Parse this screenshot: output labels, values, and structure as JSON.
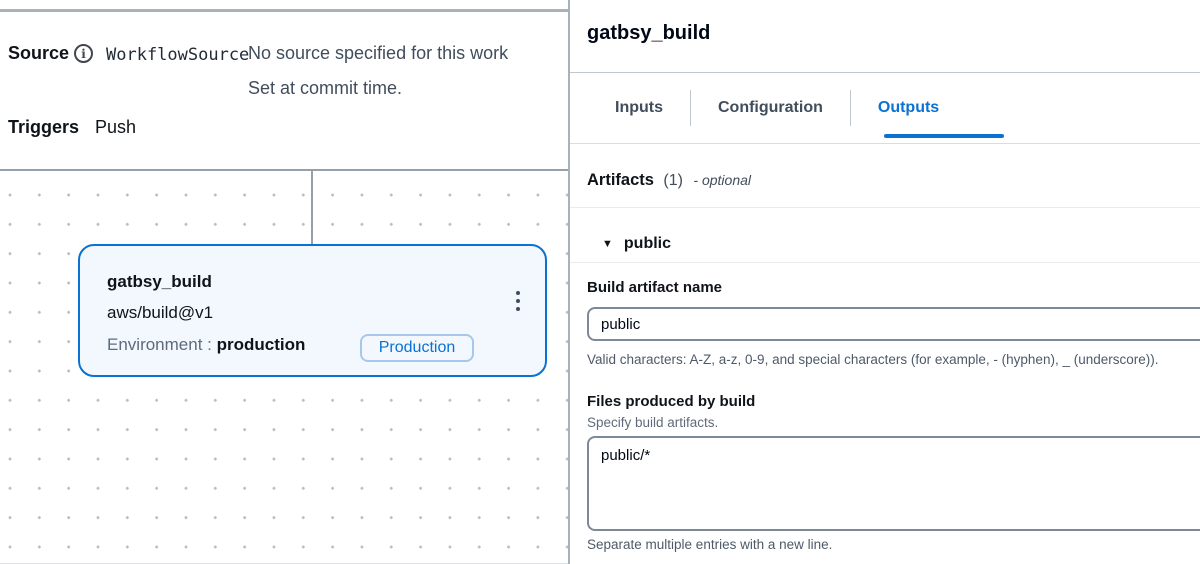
{
  "left_panel": {
    "source": {
      "label": "Source",
      "info_icon": "info-icon",
      "value": "WorkflowSource",
      "description_line1": "No source specified for this work",
      "description_line2": "Set at commit time."
    },
    "triggers": {
      "label": "Triggers",
      "value": "Push"
    },
    "node": {
      "title": "gatbsy_build",
      "action": "aws/build@v1",
      "environment_label": "Environment",
      "environment_separator": ":",
      "environment_value": "production",
      "badge": "Production",
      "kebab_icon": "kebab-menu-icon"
    }
  },
  "panel": {
    "title": "gatbsy_build",
    "tabs": [
      {
        "label": "Inputs",
        "active": false
      },
      {
        "label": "Configuration",
        "active": false
      },
      {
        "label": "Outputs",
        "active": true
      }
    ],
    "artifacts": {
      "title": "Artifacts",
      "count": "(1)",
      "optional": "- optional"
    },
    "expander": {
      "label": "public",
      "state": "expanded"
    },
    "fields": {
      "artifact_name": {
        "label": "Build artifact name",
        "value": "public",
        "helper": "Valid characters: A-Z, a-z, 0-9, and special characters (for example, - (hyphen), _ (underscore))."
      },
      "files": {
        "label": "Files produced by build",
        "description": "Specify build artifacts.",
        "value": "public/*",
        "helper": "Separate multiple entries with a new line."
      }
    }
  },
  "colors": {
    "accent": "#0972d3",
    "node_background": "#f2f8fd",
    "node_border": "#0972d3",
    "badge_border": "#a6c8ec",
    "muted_text": "#5f6b7a",
    "divider": "#94a0aa",
    "input_border": "#7d8998"
  }
}
